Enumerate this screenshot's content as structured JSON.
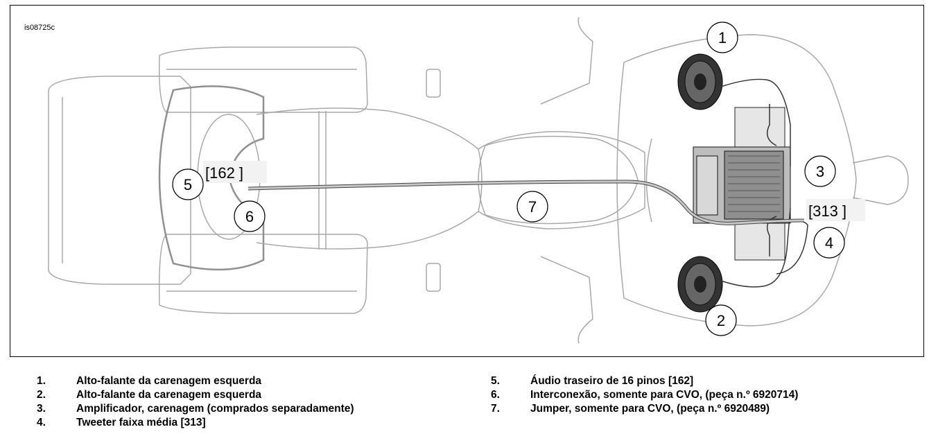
{
  "figure_id": "is08725c",
  "callouts": [
    "1",
    "2",
    "3",
    "4",
    "5",
    "6",
    "7"
  ],
  "connectors": {
    "c162": "[162  ]",
    "c313": "[313  ]"
  },
  "legend": [
    {
      "num": "1.",
      "text": "Alto-falante da carenagem esquerda"
    },
    {
      "num": "2.",
      "text": "Alto-falante da carenagem esquerda"
    },
    {
      "num": "3.",
      "text": "Amplificador, carenagem (comprados separadamente)"
    },
    {
      "num": "4.",
      "text": "Tweeter faixa média [313]"
    },
    {
      "num": "5.",
      "text": "Áudio traseiro de 16 pinos [162]"
    },
    {
      "num": "6.",
      "text": "Interconexão, somente para CVO, (peça n.º 6920714)"
    },
    {
      "num": "7.",
      "text": "Jumper, somente para CVO, (peça n.º 6920489)"
    }
  ]
}
